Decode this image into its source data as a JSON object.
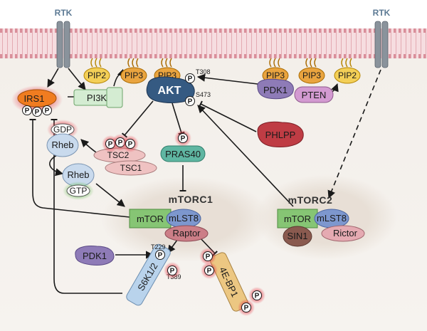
{
  "receptors": {
    "left_label": "RTK",
    "right_label": "RTK"
  },
  "complexes": {
    "mtorc1": "mTORC1",
    "mtorc2": "mTORC2"
  },
  "nodes": {
    "pip2_left": "PIP2",
    "pip3_left": "PIP3",
    "pip3_akt": "PIP3",
    "pip3_pdk1": "PIP3",
    "pip3_pten": "PIP3",
    "pip2_right": "PIP2",
    "irs1": "IRS1",
    "pi3k": "PI3K",
    "akt": "AKT",
    "pdk1_top": "PDK1",
    "pten": "PTEN",
    "phlpp": "PHLPP",
    "gdp": "GDP",
    "rheb_top": "Rheb",
    "rheb_bottom": "Rheb",
    "gtp": "GTP",
    "tsc2": "TSC2",
    "tsc1": "TSC1",
    "pras40": "PRAS40",
    "mtor_c1": "mTOR",
    "mlst8_c1": "mLST8",
    "raptor": "Raptor",
    "mtor_c2": "mTOR",
    "mlst8_c2": "mLST8",
    "sin1": "SIN1",
    "rictor": "Rictor",
    "pdk1_bottom": "PDK1",
    "s6k": "S6K1/2",
    "ebp1": "4E-BP1"
  },
  "sites": {
    "t308": "T308",
    "s473": "S473",
    "t229": "T229",
    "t389": "T389"
  },
  "phospho_label": "P",
  "colors": {
    "membrane": "#f2c6cc",
    "rtk": "#8a939c",
    "pip2": "#f3cf57",
    "pip3": "#e9a43f",
    "irs1": "#f07c20",
    "pi3k": "#d4ecd2",
    "akt": "#355a82",
    "pdk1": "#8e7bb7",
    "pten": "#d39ad1",
    "phlpp": "#bf3c44",
    "rheb": "#c9daed",
    "tsc": "#efc2c2",
    "pras40": "#5fb6a2",
    "mtor": "#86c574",
    "mlst8": "#7d97ce",
    "raptor": "#cc7e87",
    "sin1": "#8a5a4f",
    "rictor": "#e5aab2",
    "s6k": "#b9d3ec",
    "ebp1": "#ecc782"
  }
}
